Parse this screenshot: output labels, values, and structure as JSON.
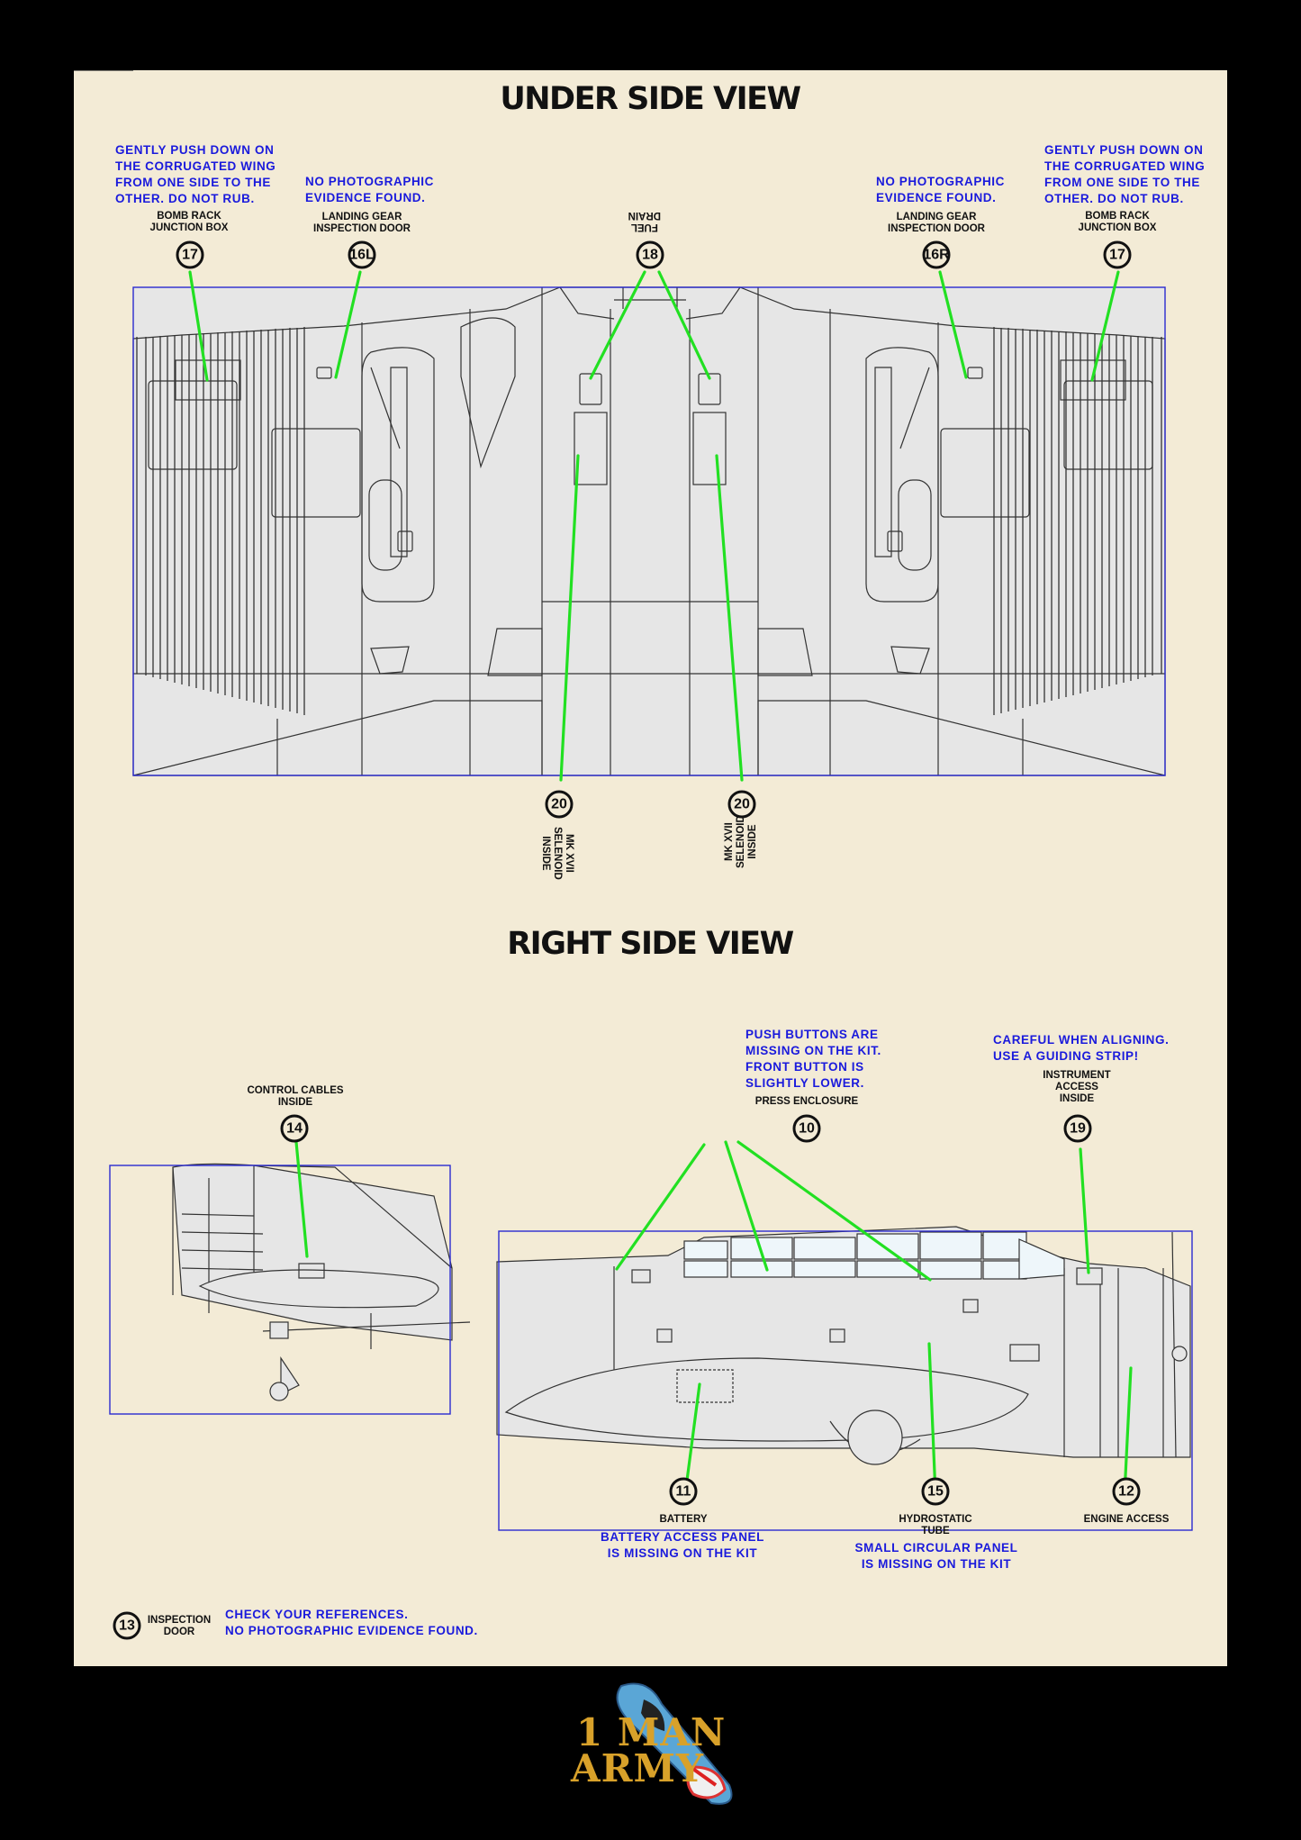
{
  "underside": {
    "title": "UNDER SIDE VIEW",
    "callouts": [
      {
        "num": "17",
        "label": "BOMB RACK\nJUNCTION BOX",
        "note": "GENTLY PUSH DOWN ON\nTHE CORRUGATED WING\nFROM ONE SIDE TO THE\nOTHER. DO NOT RUB."
      },
      {
        "num": "16L",
        "label": "LANDING GEAR\nINSPECTION DOOR",
        "note": "NO PHOTOGRAPHIC\nEVIDENCE FOUND."
      },
      {
        "num": "18",
        "label": "FUEL\nDRAIN"
      },
      {
        "num": "16R",
        "label": "LANDING GEAR\nINSPECTION DOOR",
        "note": "NO PHOTOGRAPHIC\nEVIDENCE FOUND."
      },
      {
        "num": "17",
        "label": "BOMB RACK\nJUNCTION BOX",
        "note": "GENTLY PUSH DOWN ON\nTHE CORRUGATED WING\nFROM ONE SIDE TO THE\nOTHER. DO NOT RUB."
      },
      {
        "num": "20",
        "label": "MK XVII\nSELENOID\nINSIDE"
      },
      {
        "num": "20",
        "label": "MK XVII\nSELENOID\nINSIDE"
      }
    ]
  },
  "rightside": {
    "title": "RIGHT SIDE VIEW",
    "callouts": [
      {
        "num": "14",
        "label": "CONTROL CABLES\nINSIDE"
      },
      {
        "num": "10",
        "label": "PRESS ENCLOSURE",
        "note": "PUSH BUTTONS ARE\nMISSING ON THE KIT.\nFRONT BUTTON IS\nSLIGHTLY LOWER."
      },
      {
        "num": "19",
        "label": "INSTRUMENT\nACCESS\nINSIDE",
        "note": "CAREFUL WHEN ALIGNING.\nUSE A GUIDING STRIP!"
      },
      {
        "num": "11",
        "label": "BATTERY",
        "note": "BATTERY ACCESS PANEL\nIS MISSING ON THE KIT"
      },
      {
        "num": "15",
        "label": "HYDROSTATIC\nTUBE",
        "note": "SMALL CIRCULAR PANEL\nIS MISSING ON THE KIT"
      },
      {
        "num": "12",
        "label": "ENGINE ACCESS"
      }
    ]
  },
  "legend": {
    "num": "13",
    "label": "INSPECTION\nDOOR",
    "note": "CHECK YOUR REFERENCES.\nNO PHOTOGRAPHIC EVIDENCE FOUND."
  },
  "logo": {
    "line1": "1 MAN",
    "line2": "ARMY"
  },
  "colors": {
    "leader": "#22e022",
    "note": "#1a1adc",
    "frame": "#2a2ad0",
    "background": "#f3ebd6"
  }
}
